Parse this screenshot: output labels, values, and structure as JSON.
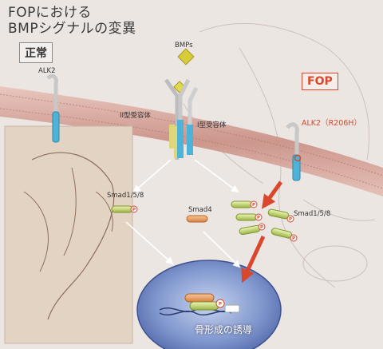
{
  "title": {
    "line1": "FOPにおける",
    "line2": "BMPシグナルの変異"
  },
  "badges": {
    "normal": "正常",
    "fop": "FOP"
  },
  "labels": {
    "bmps": "BMPs",
    "alk2": "ALK2",
    "alk2_mutant": "ALK2（R206H）",
    "type2_receptor": "II型受容体",
    "type1_receptor": "I型受容体",
    "smad158_left": "Smad1/5/8",
    "smad4": "Smad4",
    "smad158_right": "Smad1/5/8",
    "induction": "骨形成の誘導",
    "phospho": "P"
  },
  "colors": {
    "membrane": "#c98e83",
    "accent_red": "#d9472c",
    "smad_green": "#c3d86a",
    "smad4_orange": "#e89a5a",
    "receptor_blue": "#4eb3d8",
    "receptor_yellow": "#ddd67a",
    "nucleus": "#6e86c4"
  }
}
